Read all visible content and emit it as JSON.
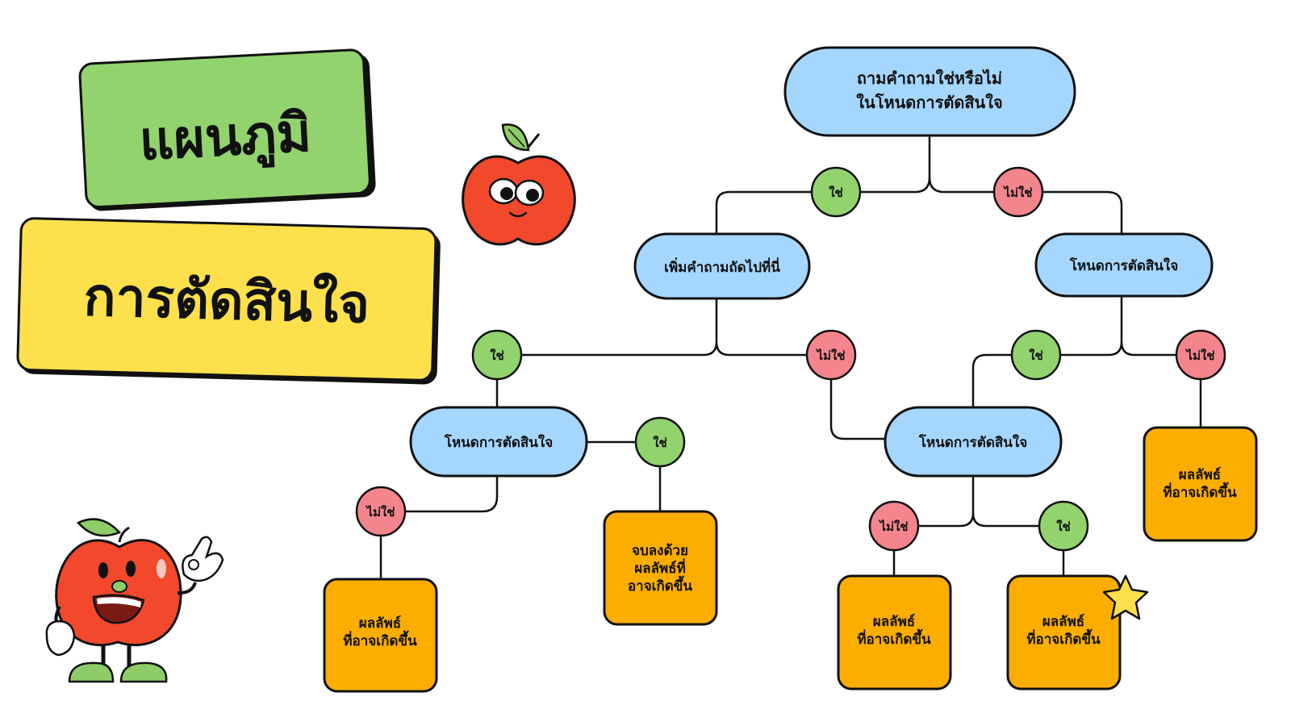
{
  "title": {
    "line1": "แผนภูมิ",
    "line2": "การตัดสินใจ"
  },
  "nodes": {
    "root": {
      "line1": "ถามคำถามใช่หรือไม่",
      "line2": "ในโหนดการตัดสินใจ"
    },
    "q_left": "เพิ่มคำถามถัดไปที่นี่",
    "q_right": "โหนดการตัดสินใจ",
    "n_left": "โหนดการตัดสินใจ",
    "n_mid": "โหนดการตัดสินใจ",
    "r_left_no": {
      "line1": "ผลลัพธ์",
      "line2": "ที่อาจเกิดขึ้น"
    },
    "r_left_yes": {
      "line1": "จบลงด้วย",
      "line2": "ผลลัพธ์ที่",
      "line3": "อาจเกิดขึ้น"
    },
    "r_mid_no": {
      "line1": "ผลลัพธ์",
      "line2": "ที่อาจเกิดขึ้น"
    },
    "r_mid_yes": {
      "line1": "ผลลัพธ์",
      "line2": "ที่อาจเกิดขึ้น"
    },
    "r_right_no": {
      "line1": "ผลลัพธ์",
      "line2": "ที่อาจเกิดขึ้น"
    }
  },
  "labels": {
    "yes": "ใช่",
    "no": "ไม่ใช่"
  },
  "colors": {
    "title1_bg": "#92d36e",
    "title2_bg": "#fde04b",
    "decision": "#a5d6fd",
    "result": "#fbad00",
    "yes": "#92d36e",
    "no": "#f4858d",
    "apple": "#f2482b",
    "leaf": "#8dcc66",
    "star": "#fde04b",
    "stroke": "#111111"
  }
}
